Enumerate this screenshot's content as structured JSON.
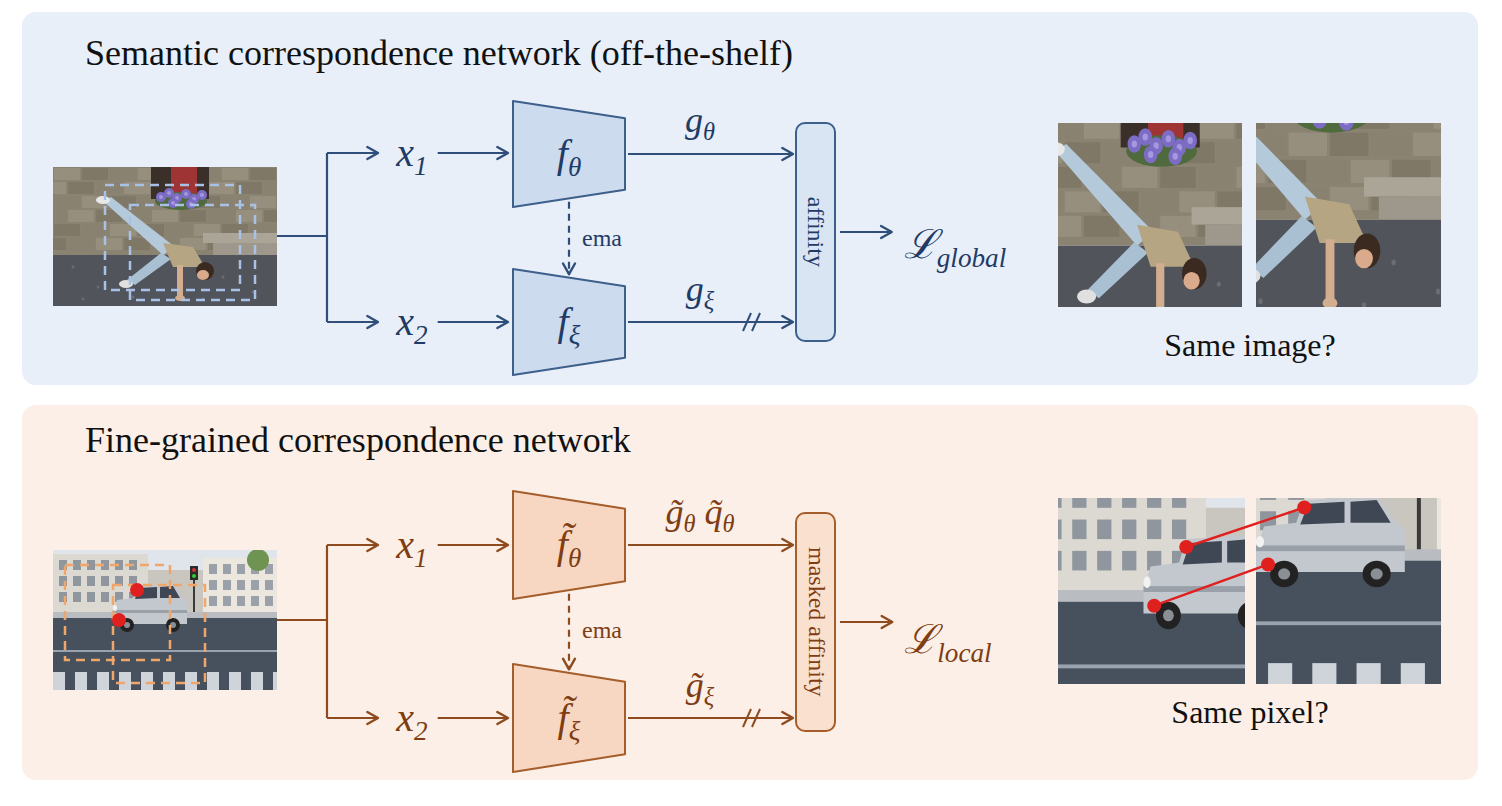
{
  "diagram": {
    "nodes": [
      {
        "text": [
          "Semantic correspondence network (off-the-shelf)"
        ]
      },
      {
        "text": [
          "x1"
        ],
        "in": 0
      },
      {
        "text": [
          "fθ"
        ],
        "in": 0
      },
      {
        "text": [
          "affinity"
        ],
        "in": 0
      },
      {
        "text": [
          "ℒglobal"
        ],
        "in": 0
      },
      {
        "text": [
          "x2"
        ],
        "in": 0
      },
      {
        "text": [
          "fξ"
        ],
        "in": 0
      },
      {
        "text": [
          "Fine-grained correspondence network"
        ]
      },
      {
        "text": [
          "x1"
        ],
        "in": 7
      },
      {
        "text": [
          "f̃θ"
        ],
        "in": 7
      },
      {
        "text": [
          "masked affinity"
        ],
        "in": 7
      },
      {
        "text": [
          "ℒlocal"
        ],
        "in": 7
      },
      {
        "text": [
          "x2"
        ],
        "in": 7
      },
      {
        "text": [
          "f̃ξ"
        ],
        "in": 7
      }
    ],
    "edges": [
      {
        "from": 1,
        "to": 2,
        "arrow": "to"
      },
      {
        "from": 2,
        "to": 3,
        "arrow": "to",
        "label": "gθ"
      },
      {
        "from": 2,
        "to": 6,
        "arrow": "to",
        "label": "ema"
      },
      {
        "from": 5,
        "to": 6,
        "arrow": "to"
      },
      {
        "from": 6,
        "to": 3,
        "arrow": "to",
        "label": "gξ"
      },
      {
        "from": 3,
        "to": 4,
        "arrow": "to"
      },
      {
        "from": 8,
        "to": 9,
        "arrow": "to"
      },
      {
        "from": 9,
        "to": 10,
        "arrow": "to",
        "label": "g̃θ q̃θ"
      },
      {
        "from": 9,
        "to": 13,
        "arrow": "to",
        "label": "ema"
      },
      {
        "from": 12,
        "to": 13,
        "arrow": "to"
      },
      {
        "from": 13,
        "to": 10,
        "arrow": "to",
        "label": "g̃ξ"
      },
      {
        "from": 10,
        "to": 11,
        "arrow": "to"
      }
    ],
    "labels": [
      "Same image?",
      "Same pixel?"
    ]
  }
}
